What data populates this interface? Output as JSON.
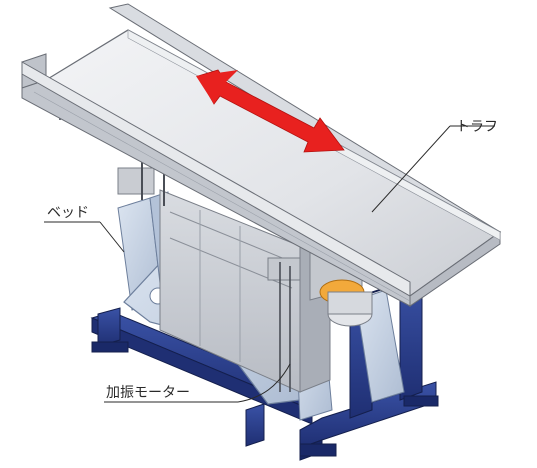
{
  "labels": {
    "trough": "トラフ",
    "bed": "ベッド",
    "motor": "加振モーター"
  },
  "colors": {
    "arrow": "#e8211f",
    "base_frame": "#2a3f8f",
    "steel": "#d4d7dc",
    "bed": "#c8d5e6",
    "motor_flange": "#f2a93b"
  },
  "arrow": {
    "direction": "bidirectional"
  }
}
